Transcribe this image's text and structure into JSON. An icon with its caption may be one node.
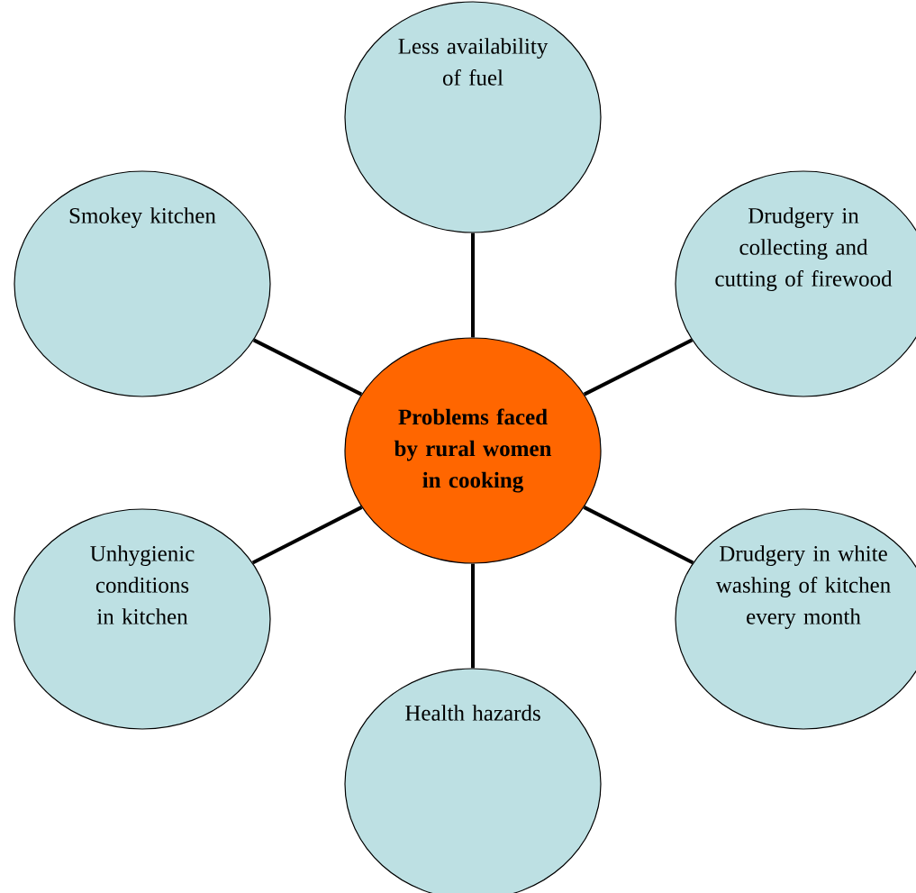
{
  "diagram": {
    "nodes": [
      {
        "text": [
          "Less availability of fuel"
        ]
      },
      {
        "text": [
          "Smokey kitchen"
        ]
      },
      {
        "text": [
          "Drudgery in collecting and cutting of firewood"
        ]
      },
      {
        "text": [
          "Problems faced by rural women in cooking"
        ]
      },
      {
        "text": [
          "Unhygienic conditions in kitchen"
        ]
      },
      {
        "text": [
          "Drudgery in white washing of kitchen every month"
        ]
      },
      {
        "text": [
          "Health hazards"
        ]
      }
    ],
    "edges": [
      {
        "from": 3,
        "to": 0,
        "arrow": "none"
      },
      {
        "from": 3,
        "to": 1,
        "arrow": "none"
      },
      {
        "from": 3,
        "to": 2,
        "arrow": "none"
      },
      {
        "from": 3,
        "to": 4,
        "arrow": "none"
      },
      {
        "from": 3,
        "to": 5,
        "arrow": "none"
      },
      {
        "from": 3,
        "to": 6,
        "arrow": "none"
      }
    ]
  }
}
